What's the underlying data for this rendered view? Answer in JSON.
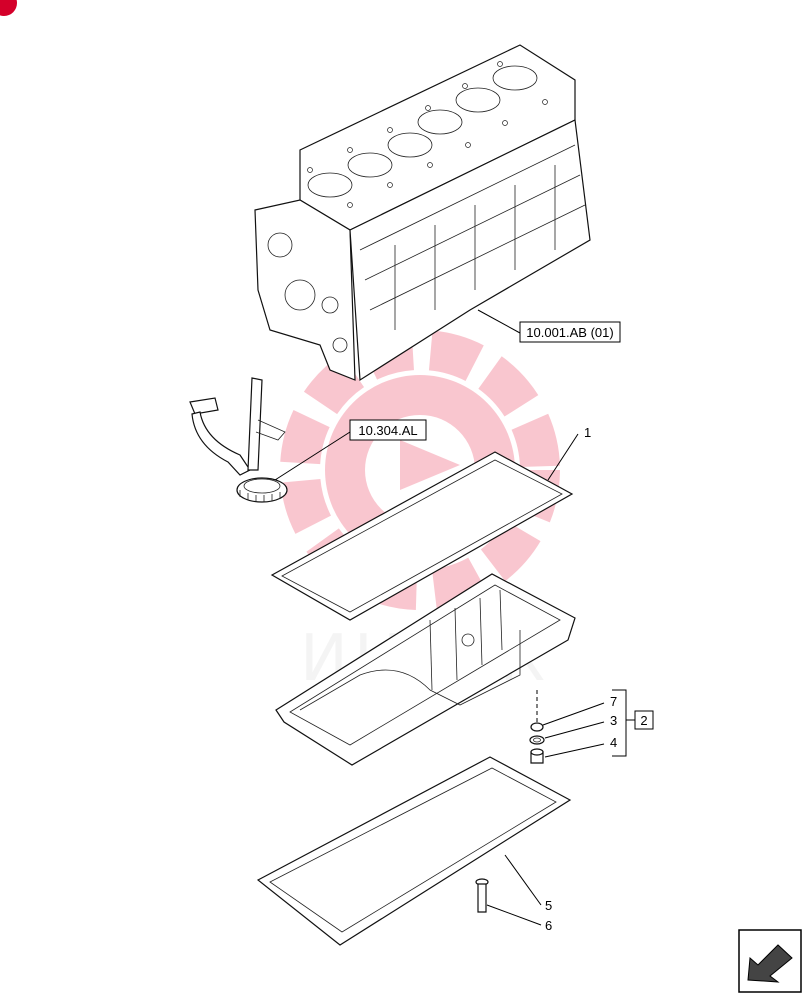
{
  "references": {
    "engine_block": "10.001.AB (01)",
    "oil_pickup": "10.304.AL"
  },
  "callouts": {
    "gasket_upper": "1",
    "kit": "2",
    "washer": "3",
    "plug": "4",
    "gasket_lower": "5",
    "bolt": "6",
    "plug_top": "7"
  },
  "watermark": {
    "text": "ИНТЕК",
    "color": "#e8002a"
  },
  "colors": {
    "line": "#000000",
    "watermark_red": "#e8002a"
  }
}
